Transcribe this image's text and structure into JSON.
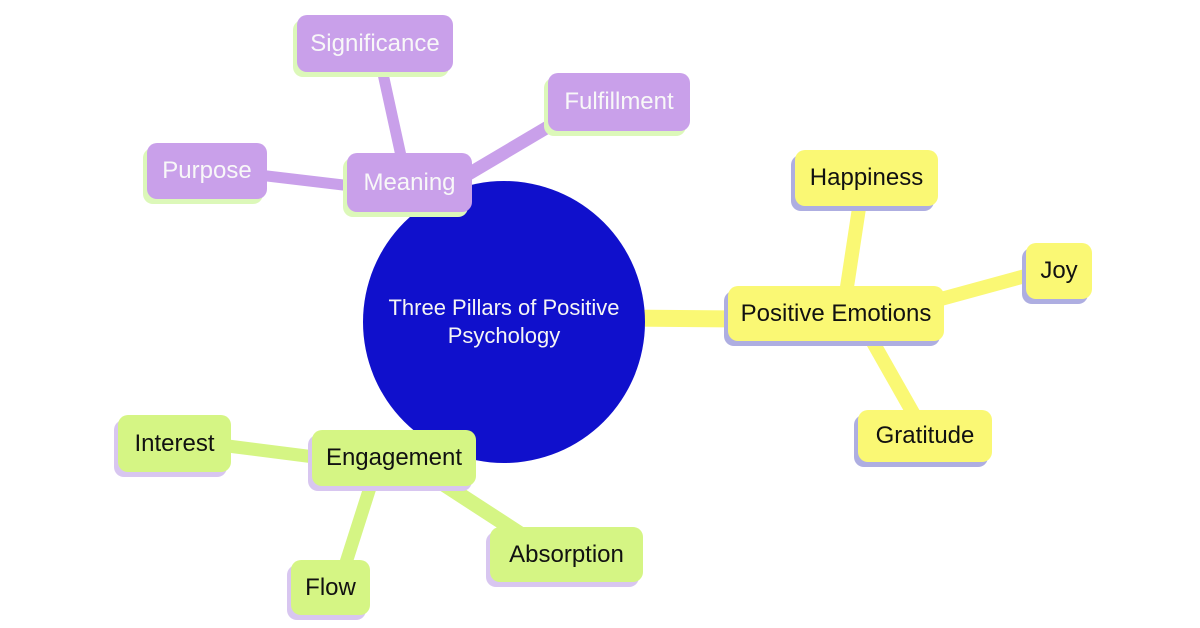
{
  "diagram": {
    "type": "mindmap",
    "background_color": "#FFFFFF"
  },
  "center": {
    "label": "Three Pillars of Positive Psychology",
    "fill": "#1010CC",
    "text_color": "#FFFFFF",
    "shape": "circle"
  },
  "branches": [
    {
      "label": "Meaning",
      "fill": "#C9A0EA",
      "shadow_color": "#DCF8B9",
      "text_color": "#FFFFFF",
      "children": [
        {
          "label": "Significance"
        },
        {
          "label": "Fulfillment"
        },
        {
          "label": "Purpose"
        }
      ]
    },
    {
      "label": "Positive Emotions",
      "fill": "#FAF874",
      "shadow_color": "#AEAEE1",
      "text_color": "#000000",
      "children": [
        {
          "label": "Happiness"
        },
        {
          "label": "Joy"
        },
        {
          "label": "Gratitude"
        }
      ]
    },
    {
      "label": "Engagement",
      "fill": "#D5F584",
      "shadow_color": "#D8C6F0",
      "text_color": "#000000",
      "children": [
        {
          "label": "Interest"
        },
        {
          "label": "Flow"
        },
        {
          "label": "Absorption"
        }
      ]
    }
  ]
}
